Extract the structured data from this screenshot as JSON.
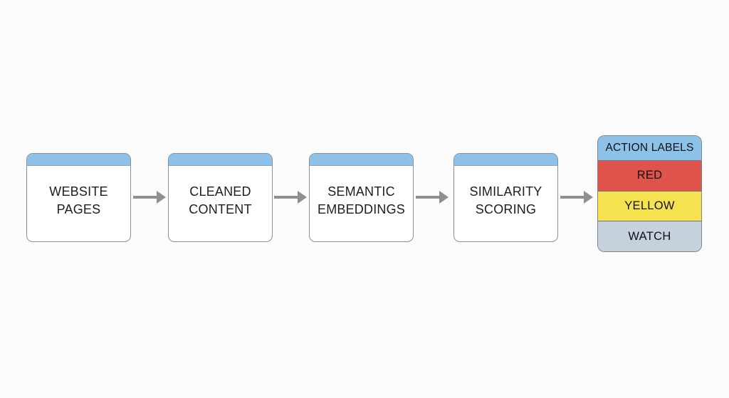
{
  "diagram": {
    "nodes": [
      {
        "lines": [
          "WEBSITE",
          "PAGES"
        ]
      },
      {
        "lines": [
          "CLEANED",
          "CONTENT"
        ]
      },
      {
        "lines": [
          "SEMANTIC",
          "EMBEDDINGS"
        ]
      },
      {
        "lines": [
          "SIMILARITY",
          "SCORING"
        ]
      }
    ],
    "action_labels": {
      "header": "ACTION LABELS",
      "header_color": "#8cc1e9",
      "rows": [
        {
          "label": "RED",
          "color": "#e0534a"
        },
        {
          "label": "YELLOW",
          "color": "#f6e14e"
        },
        {
          "label": "WATCH",
          "color": "#c5d1dc"
        }
      ]
    },
    "colors": {
      "node_header": "#8cc1e9",
      "node_body": "#ffffff",
      "node_border": "#8a9097",
      "arrow": "#8d9093",
      "text": "#1d1d1f",
      "background": "#fcfcfc"
    }
  }
}
